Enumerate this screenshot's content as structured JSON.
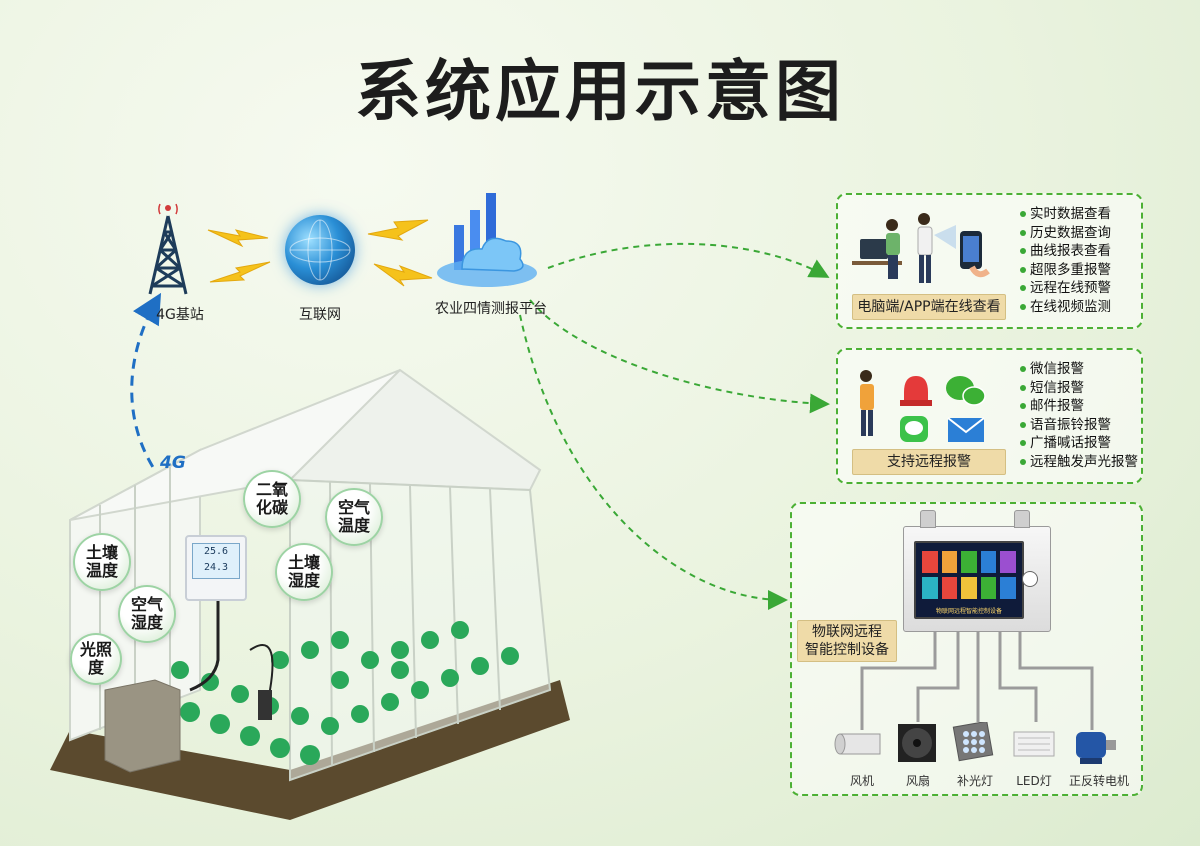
{
  "title": "系统应用示意图",
  "network": {
    "base_station": "4G基站",
    "internet": "互联网",
    "platform": "农业四情测报平台",
    "signal_badge": "4G"
  },
  "greenhouse": {
    "sensors": [
      {
        "label": "二氧\n化碳"
      },
      {
        "label": "空气\n温度"
      },
      {
        "label": "土壤\n温度"
      },
      {
        "label": "土壤\n湿度"
      },
      {
        "label": "空气\n湿度"
      },
      {
        "label": "光照\n度"
      }
    ],
    "display_readings": [
      "25.6",
      "24.3"
    ]
  },
  "panel_view": {
    "tag": "电脑端/APP端在线查看",
    "features": [
      "实时数据查看",
      "历史数据查询",
      "曲线报表查看",
      "超限多重报警",
      "远程在线预警",
      "在线视频监测"
    ]
  },
  "panel_alarm": {
    "tag": "支持远程报警",
    "features": [
      "微信报警",
      "短信报警",
      "邮件报警",
      "语音振铃报警",
      "广播喊话报警",
      "远程触发声光报警"
    ]
  },
  "panel_control": {
    "tag_line1": "物联网远程",
    "tag_line2": "智能控制设备",
    "device_caption": "物联网远程智能控制设备",
    "devices": [
      "风机",
      "风扇",
      "补光灯",
      "LED灯",
      "正反转电机"
    ]
  },
  "colors": {
    "accent_green": "#4cb034",
    "tag_bg": "#efdba8",
    "arrow_blue": "#1f6fc4"
  }
}
